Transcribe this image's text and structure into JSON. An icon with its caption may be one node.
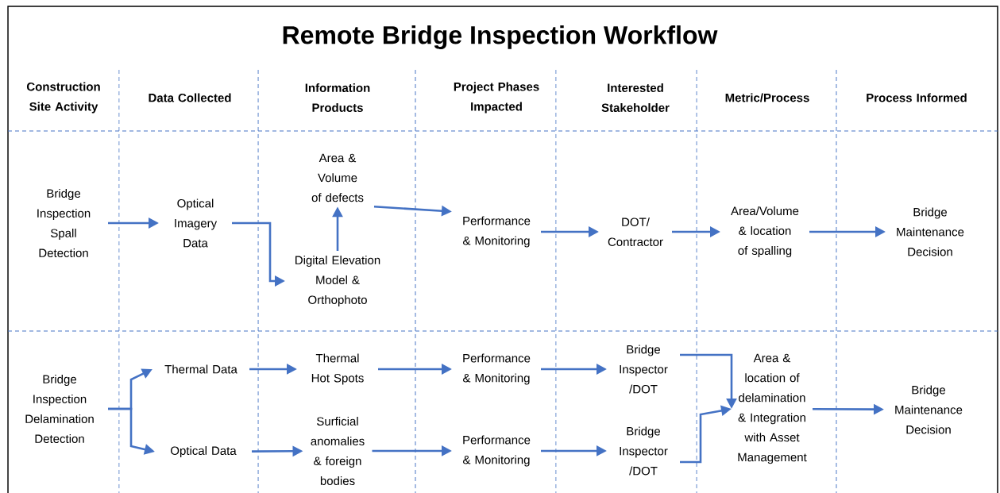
{
  "diagram": {
    "title": "Remote Bridge Inspection Workflow",
    "nodes": [
      {
        "text": [
          "Bridge Inspection Spall Detection"
        ]
      },
      {
        "text": [
          "Optical Imagery Data"
        ]
      },
      {
        "text": [
          "Area & Volume of defects"
        ]
      },
      {
        "text": [
          "Digital Elevation Model & Orthophoto"
        ]
      },
      {
        "text": [
          "Performance & Monitoring"
        ]
      },
      {
        "text": [
          "DOT/ Contractor"
        ]
      },
      {
        "text": [
          "Area/Volume & location of spalling"
        ]
      },
      {
        "text": [
          "Bridge Maintenance Decision"
        ]
      },
      {
        "text": [
          "Bridge Inspection Delamination Detection"
        ]
      },
      {
        "text": [
          "Thermal Data"
        ]
      },
      {
        "text": [
          "Optical Data"
        ]
      },
      {
        "text": [
          "Thermal Hot Spots"
        ]
      },
      {
        "text": [
          "Surficial anomalies & foreign bodies"
        ]
      },
      {
        "text": [
          "Performance & Monitoring"
        ]
      },
      {
        "text": [
          "Performance & Monitoring"
        ]
      },
      {
        "text": [
          "Bridge Inspector /DOT"
        ]
      },
      {
        "text": [
          "Bridge Inspector /DOT"
        ]
      },
      {
        "text": [
          "Area & location of delamination & Integration with Asset Management"
        ]
      },
      {
        "text": [
          "Bridge Maintenance Decision"
        ]
      }
    ],
    "edges": [
      {
        "from": 0,
        "to": 1,
        "arrow": "to"
      },
      {
        "from": 1,
        "to": 3,
        "arrow": "to"
      },
      {
        "from": 3,
        "to": 2,
        "arrow": "to"
      },
      {
        "from": 2,
        "to": 4,
        "arrow": "to"
      },
      {
        "from": 4,
        "to": 5,
        "arrow": "to"
      },
      {
        "from": 5,
        "to": 6,
        "arrow": "to"
      },
      {
        "from": 6,
        "to": 7,
        "arrow": "to"
      },
      {
        "from": 8,
        "to": 9,
        "arrow": "to"
      },
      {
        "from": 8,
        "to": 10,
        "arrow": "to"
      },
      {
        "from": 9,
        "to": 11,
        "arrow": "to"
      },
      {
        "from": 10,
        "to": 12,
        "arrow": "to"
      },
      {
        "from": 11,
        "to": 13,
        "arrow": "to"
      },
      {
        "from": 12,
        "to": 14,
        "arrow": "to"
      },
      {
        "from": 13,
        "to": 15,
        "arrow": "to"
      },
      {
        "from": 14,
        "to": 16,
        "arrow": "to"
      },
      {
        "from": 15,
        "to": 17,
        "arrow": "to"
      },
      {
        "from": 16,
        "to": 17,
        "arrow": "to"
      },
      {
        "from": 17,
        "to": 18,
        "arrow": "to"
      }
    ],
    "labels": [
      "Construction Site Activity",
      "Data Collected",
      "Information Products",
      "Project Phases Impacted",
      "Interested Stakeholder",
      "Metric/Process",
      "Process Informed"
    ]
  }
}
